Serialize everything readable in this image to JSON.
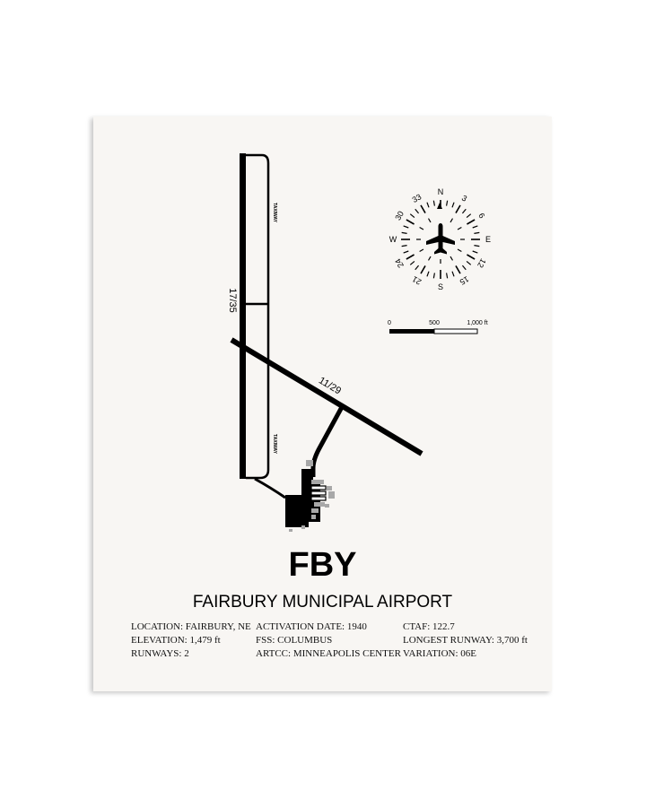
{
  "airport": {
    "code": "FBY",
    "name": "FAIRBURY MUNICIPAL AIRPORT"
  },
  "diagram": {
    "runway_labels": [
      "17/35",
      "11/29"
    ],
    "taxiway_label": "TAXIWAY"
  },
  "compass": {
    "labels": [
      "N",
      "3",
      "6",
      "E",
      "12",
      "15",
      "S",
      "21",
      "24",
      "W",
      "30",
      "33"
    ],
    "icon": "airplane-icon"
  },
  "scale_bar": {
    "labels": [
      "0",
      "500",
      "1,000 ft"
    ]
  },
  "info": {
    "col1": [
      "LOCATION: FAIRBURY, NE",
      "ELEVATION: 1,479 ft",
      "RUNWAYS: 2"
    ],
    "col2": [
      "ACTIVATION DATE: 1940",
      "FSS: COLUMBUS",
      "ARTCC: MINNEAPOLIS CENTER"
    ],
    "col3": [
      "CTAF: 122.7",
      "LONGEST RUNWAY: 3,700 ft",
      "VARIATION: 06E"
    ]
  },
  "colors": {
    "paper": "#f8f6f3",
    "ink": "#000000",
    "building_gray": "#a8a8a8"
  }
}
